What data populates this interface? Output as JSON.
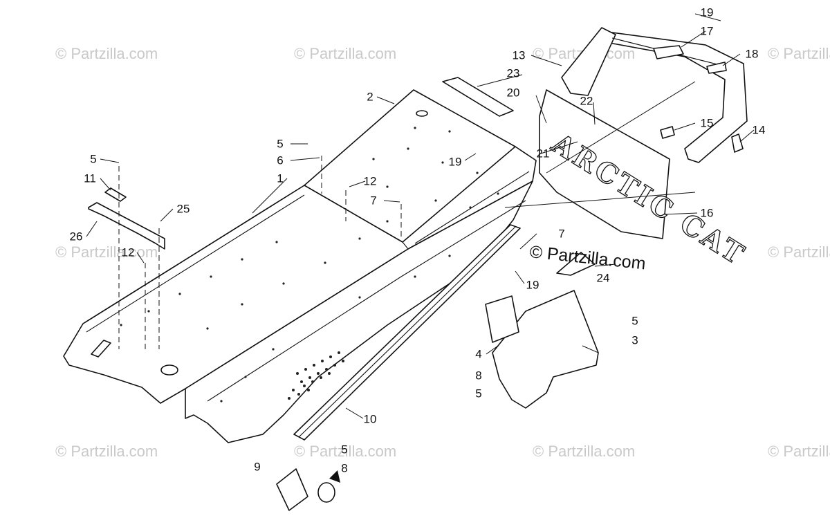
{
  "watermark": "© Partzilla.com",
  "center_watermark": "© Partzilla.com",
  "decal_text": "ARCTIC CAT",
  "callouts": {
    "c1": "1",
    "c2": "2",
    "c3": "3",
    "c4": "4",
    "c5a": "5",
    "c5b": "5",
    "c5c": "5",
    "c5d": "5",
    "c5e": "5",
    "c6": "6",
    "c7a": "7",
    "c7b": "7",
    "c8a": "8",
    "c8b": "8",
    "c9": "9",
    "c10": "10",
    "c11": "11",
    "c12a": "12",
    "c12b": "12",
    "c13": "13",
    "c14": "14",
    "c15": "15",
    "c16": "16",
    "c17": "17",
    "c18": "18",
    "c19a": "19",
    "c19b": "19",
    "c19c": "19",
    "c20": "20",
    "c21": "21",
    "c22": "22",
    "c23": "23",
    "c24": "24",
    "c25": "25",
    "c26": "26"
  }
}
